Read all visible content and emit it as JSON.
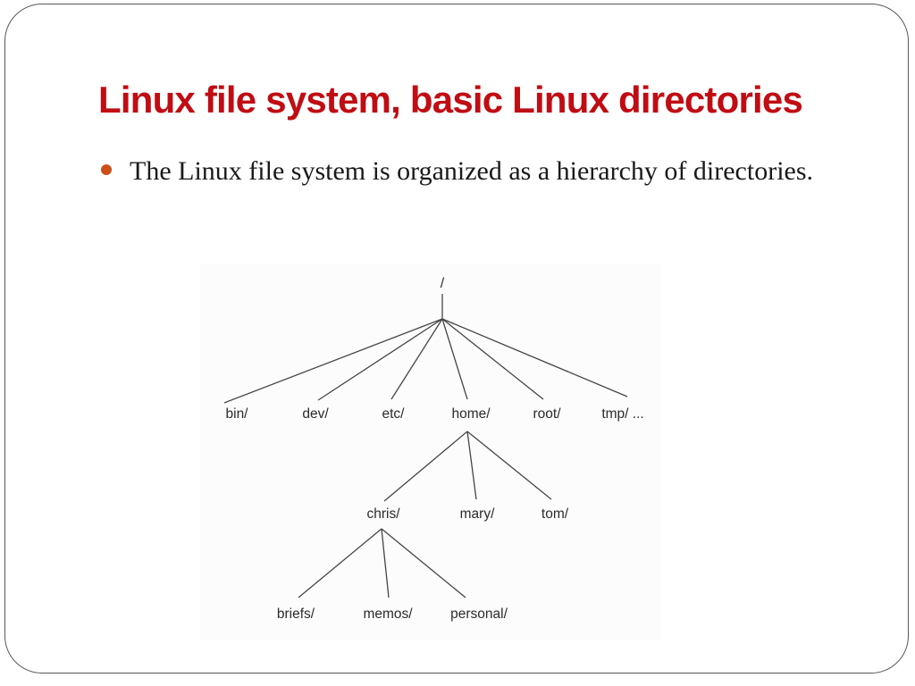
{
  "slide": {
    "title": "Linux file system, basic Linux directories",
    "bullet_text": "The Linux file system is organized as a hierarchy of directories.",
    "title_color": "#c00d13",
    "bullet_color": "#cc4f1a"
  },
  "diagram": {
    "type": "tree",
    "root": "/",
    "level1": [
      "bin/",
      "dev/",
      "etc/",
      "home/",
      "root/",
      "tmp/ ..."
    ],
    "level2_parent": "home/",
    "level2": [
      "chris/",
      "mary/",
      "tom/"
    ],
    "level3_parent": "chris/",
    "level3": [
      "briefs/",
      "memos/",
      "personal/"
    ]
  }
}
